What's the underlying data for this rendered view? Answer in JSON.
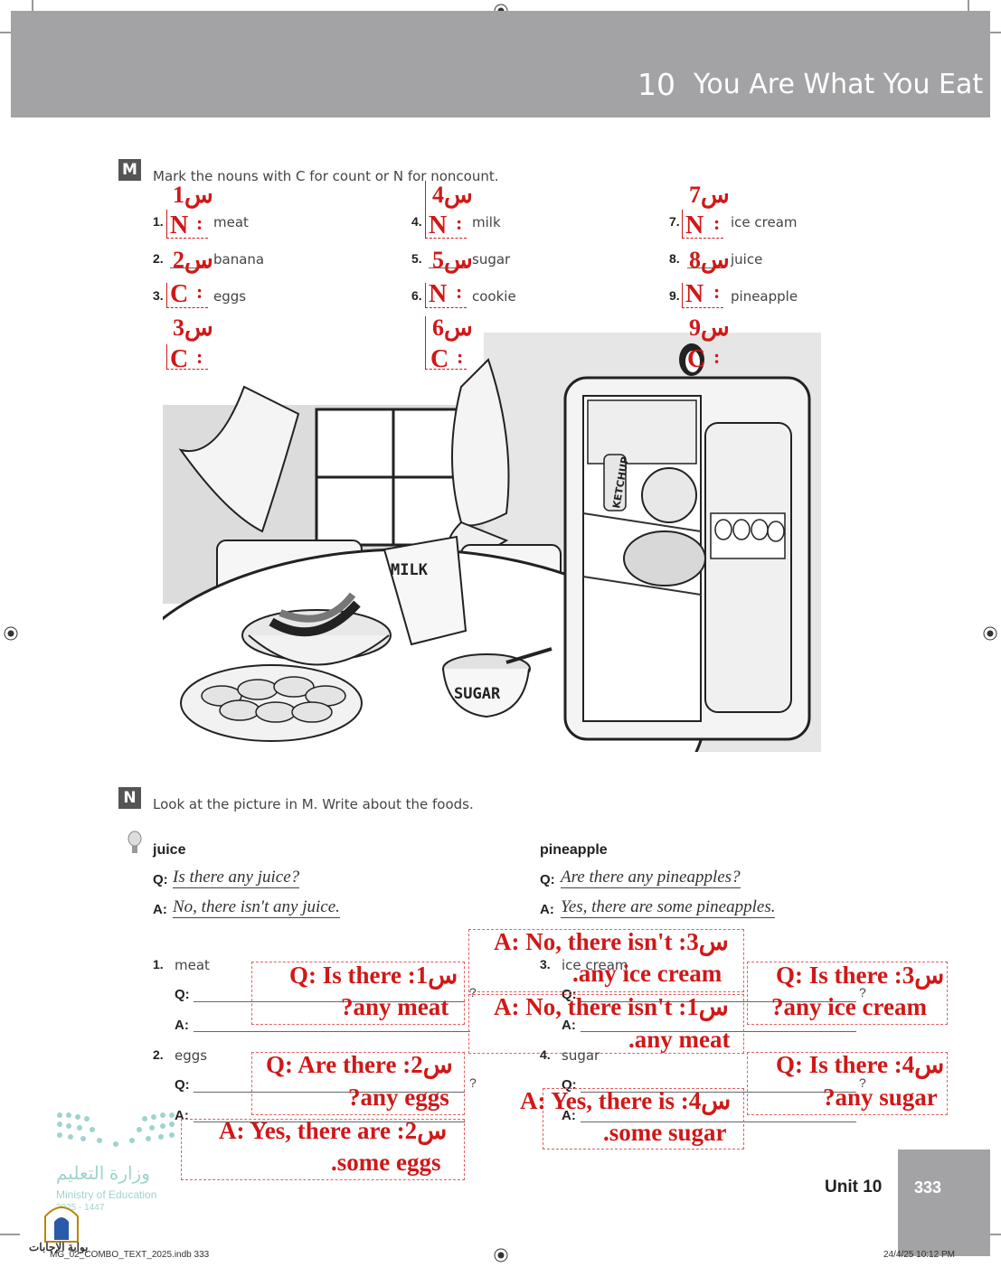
{
  "header": {
    "unit_number": "10",
    "unit_title": "You Are What You Eat"
  },
  "section_m": {
    "letter": "M",
    "instruction": "Mark the nouns with C for count or N for noncount.",
    "items": [
      {
        "num": "1.",
        "word": "meat",
        "answer": "N"
      },
      {
        "num": "2.",
        "word": "banana",
        "answer": "C"
      },
      {
        "num": "3.",
        "word": "eggs",
        "answer": "C"
      },
      {
        "num": "4.",
        "word": "milk",
        "answer": "N"
      },
      {
        "num": "5.",
        "word": "sugar",
        "answer": "N"
      },
      {
        "num": "6.",
        "word": "cookie",
        "answer": "C"
      },
      {
        "num": "7.",
        "word": "ice cream",
        "answer": "N"
      },
      {
        "num": "8.",
        "word": "juice",
        "answer": "N"
      },
      {
        "num": "9.",
        "word": "pineapple",
        "answer": "C"
      }
    ],
    "question_tags": [
      "1س",
      "2س",
      "3س",
      "4س",
      "5س",
      "6س",
      "7س",
      "8س",
      "9س"
    ]
  },
  "picture": {
    "milk_label": "MILK",
    "sugar_label": "SUGAR",
    "ketchup_label": "KETCHUP"
  },
  "section_n": {
    "letter": "N",
    "instruction": "Look at the picture in M. Write about the foods.",
    "q_label": "Q:",
    "a_label": "A:",
    "examples": [
      {
        "food": "juice",
        "q": "Is there any juice?",
        "a": "No, there isn't any juice."
      },
      {
        "food": "pineapple",
        "q": "Are there any pineapples?",
        "a": "Yes, there are some pineapples."
      }
    ],
    "items": [
      {
        "num": "1.",
        "food": "meat",
        "q_red_1": "Q: Is there :1س",
        "q_red_2": "?any meat",
        "a_red_1": "A: No, there isn't :1س",
        "a_red_2": ".any meat"
      },
      {
        "num": "2.",
        "food": "eggs",
        "q_red_1": "Q: Are there :2س",
        "q_red_2": "?any eggs",
        "a_red_1": "A: Yes, there are :2س",
        "a_red_2": ".some eggs"
      },
      {
        "num": "3.",
        "food": "ice cream",
        "q_red_1": "Q: Is there :3س",
        "q_red_2": "?any ice cream",
        "a_red_1": "A: No, there isn't :3س",
        "a_red_2": ".any ice cream"
      },
      {
        "num": "4.",
        "food": "sugar",
        "q_red_1": "Q: Is there :4س",
        "q_red_2": "?any sugar",
        "a_red_1": "A: Yes, there is :4س",
        "a_red_2": ".some sugar"
      }
    ],
    "question_mark": "?"
  },
  "footer": {
    "unit_label": "Unit 10",
    "page_number": "333",
    "file_info": "MG_02_COMBO_TEXT_2025.indb   333",
    "date_info": "24/4/25   10:12 PM",
    "ministry_ar": "وزارة التعليم",
    "ministry_en": "Ministry of Education",
    "year": "2025 - 1447",
    "portal": "بوابة الإجابات"
  }
}
